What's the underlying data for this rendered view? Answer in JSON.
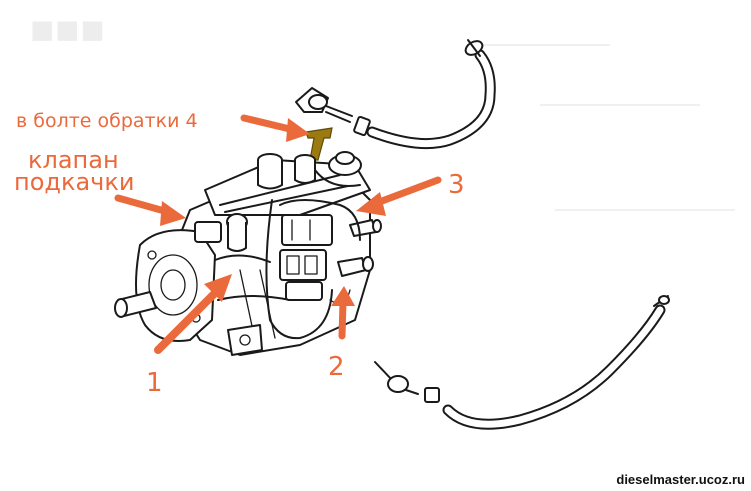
{
  "labels": {
    "bolt_return": "в болте обратки 4",
    "priming_valve_line1": "клапан",
    "priming_valve_line2": "подкачки",
    "num1": "1",
    "num2": "2",
    "num3": "3"
  },
  "watermark": "dieselmaster.ucoz.ru",
  "colors": {
    "annotation": "#ea6a3c",
    "bolt": "#9c7a12",
    "line": "#1a1a1a"
  }
}
